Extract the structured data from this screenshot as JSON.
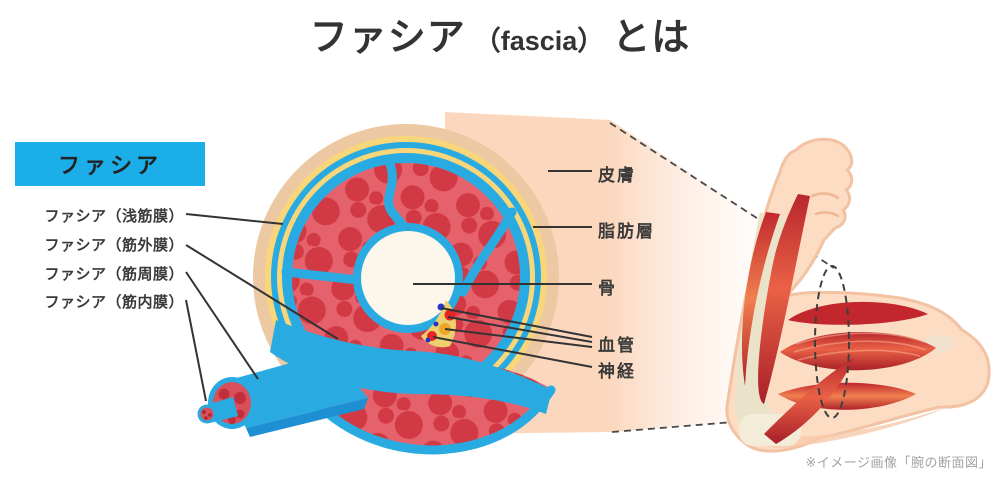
{
  "title": {
    "main": "ファシア",
    "paren": "（fascia）",
    "suffix": "とは"
  },
  "legend": {
    "label": "ファシア"
  },
  "labels": {
    "left": [
      "ファシア（浅筋膜）",
      "ファシア（筋外膜）",
      "ファシア（筋周膜）",
      "ファシア（筋内膜）"
    ],
    "right": [
      "皮膚",
      "脂肪層",
      "骨",
      "血管",
      "神経"
    ]
  },
  "caption": "※イメージ画像「腕の断面図」",
  "colors": {
    "fascia_blue": "#29abe2",
    "legend_blue": "#1caee8",
    "skin_tan": "#ecc9a3",
    "fat_yellow": "#f8d679",
    "muscle_red": "#e5616c",
    "muscle_dark_red": "#d13a44",
    "fascicle_red": "#d8505b",
    "bone_white": "#fdf6ea",
    "pocket_yellow": "#eed06e",
    "vessel_red": "#e82323",
    "vessel_orange": "#eda627",
    "nerve_blue": "#2633c8",
    "peach_fan": "#fbd7bd",
    "arm_skin": "#fcdcc3",
    "arm_outline": "#f2c2a2",
    "text_dark": "#3a3a3a",
    "caption_gray": "#a3a3a3"
  }
}
